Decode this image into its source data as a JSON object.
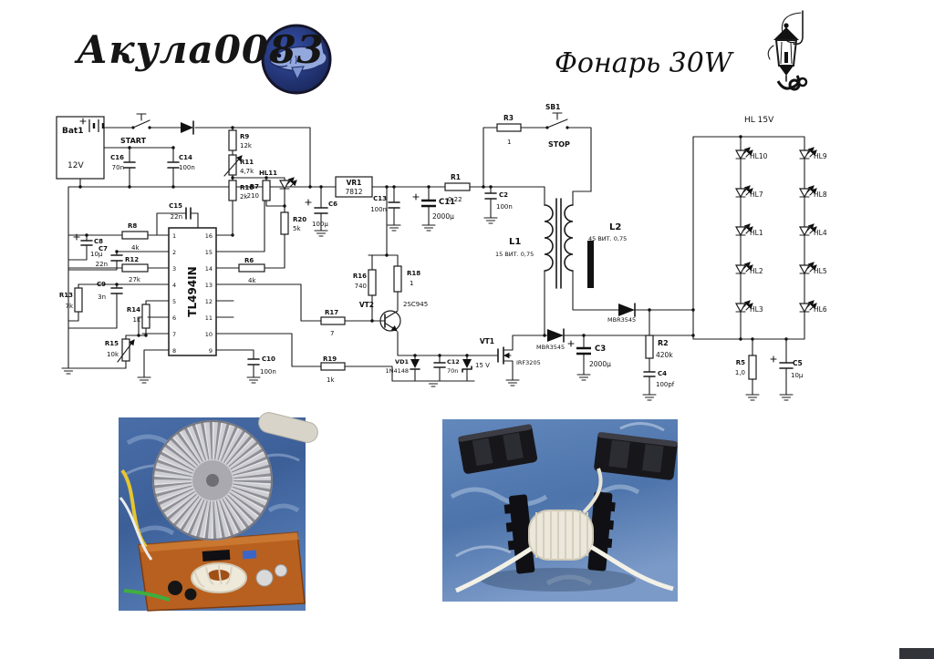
{
  "header": {
    "title": "Акула0083",
    "subtitle": "Фонарь 30W"
  },
  "sch": {
    "bat1": "Bat1",
    "bat1v": "12V",
    "start": "START",
    "c16": "C16",
    "c16v": "70n",
    "c14": "C14",
    "c14v": "100n",
    "r9": "R9",
    "r9v": "12k",
    "r11": "R11",
    "r11v": "4,7k",
    "r10": "R10",
    "r10v": "2k",
    "r7": "R7",
    "r7v": "210",
    "hl11": "HL11",
    "r20": "R20",
    "r20v": "5k",
    "vr1": "VR1",
    "vr1v": "7812",
    "c6": "C6",
    "c6v": "100µ",
    "c13": "C13",
    "c13v": "100n",
    "c11": "C11",
    "c11v": "2000µ",
    "r1": "R1",
    "r1v": "0.22",
    "c2": "C2",
    "c2v": "100n",
    "r3": "R3",
    "r3v": "1",
    "sb1": "SB1",
    "stop": "STOP",
    "l1": "L1",
    "l1v": "15 ВИТ. 0,75",
    "l2": "L2",
    "l2v": "45 ВИТ. 0,75",
    "hl15": "HL 15V",
    "hl10": "HL10",
    "hl9": "HL9",
    "hl7": "HL7",
    "hl8": "HL8",
    "hl1": "HL1",
    "hl4": "HL4",
    "hl2": "HL2",
    "hl5": "HL5",
    "hl3": "HL3",
    "hl6": "HL6",
    "d_up": "MBR3545",
    "d_low": "MBR3545",
    "r2": "R2",
    "r2v": "420k",
    "c4": "C4",
    "c4v": "100pf",
    "c3": "C3",
    "c3v": "2000µ",
    "r5": "R5",
    "r5v": "1,0",
    "c5": "C5",
    "c5v": "10µ",
    "c8": "C8",
    "c8v": "10µ",
    "c7": "C7",
    "c7v": "22n",
    "r8": "R8",
    "r8v": "4k",
    "r12": "R12",
    "r12v": "27k",
    "c9": "C9",
    "c9v": "3n",
    "r13": "R13",
    "r13v": "7k",
    "r14": "R14",
    "r14v": "1k",
    "r15": "R15",
    "r15v": "10k",
    "c15": "C15",
    "c15v": "22n",
    "ic": "TL494IN",
    "pins_l": [
      "1",
      "2",
      "3",
      "4",
      "5",
      "6",
      "7",
      "8"
    ],
    "pins_r": [
      "16",
      "15",
      "14",
      "13",
      "12",
      "11",
      "10",
      "9"
    ],
    "r6": "R6",
    "r6v": "4k",
    "c10": "C10",
    "c10v": "100n",
    "r16": "R16",
    "r16v": "740",
    "r18": "R18",
    "r18v": "1",
    "r17": "R17",
    "r17v": "7",
    "vt2": "VT2",
    "vt2v": "2SC945",
    "r19": "R19",
    "r19v": "1k",
    "vd1": "VD1",
    "vd1v": "1N4148",
    "c12": "C12",
    "c12v": "70n",
    "z15": "15 V",
    "vt1": "VT1",
    "vt1v": "IRF3205"
  },
  "colors": {
    "schematic_ink": "#1b1b1b",
    "logo_navy": "#2b3a85",
    "pcb_orange": "#b8601f",
    "fabric_blue": "#4a6ea8"
  }
}
